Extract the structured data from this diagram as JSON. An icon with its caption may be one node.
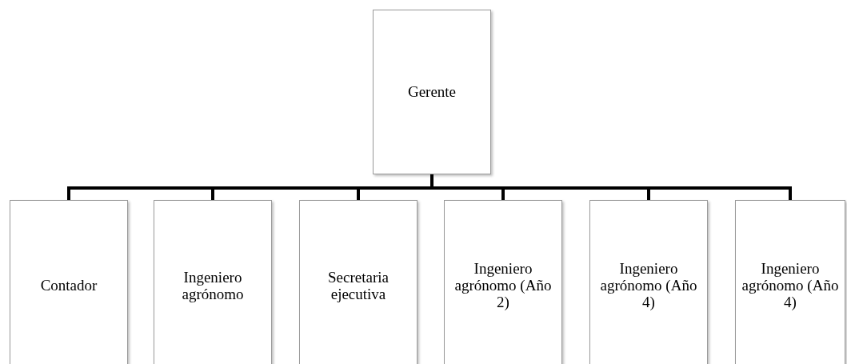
{
  "diagram": {
    "nodes": [
      {
        "text": [
          "Gerente"
        ]
      },
      {
        "text": [
          "Contador"
        ]
      },
      {
        "text": [
          "Ingeniero agrónomo"
        ]
      },
      {
        "text": [
          "Secretaria ejecutiva"
        ]
      },
      {
        "text": [
          "Ingeniero agrónomo (Año 2)"
        ]
      },
      {
        "text": [
          "Ingeniero agrónomo (Año 4)"
        ]
      },
      {
        "text": [
          "Ingeniero agrónomo (Año 4)"
        ]
      }
    ],
    "edges": [
      {
        "from": 0,
        "to": 1,
        "arrow": "none"
      },
      {
        "from": 0,
        "to": 2,
        "arrow": "none"
      },
      {
        "from": 0,
        "to": 3,
        "arrow": "none"
      },
      {
        "from": 0,
        "to": 4,
        "arrow": "none"
      },
      {
        "from": 0,
        "to": 5,
        "arrow": "none"
      },
      {
        "from": 0,
        "to": 6,
        "arrow": "none"
      }
    ]
  }
}
